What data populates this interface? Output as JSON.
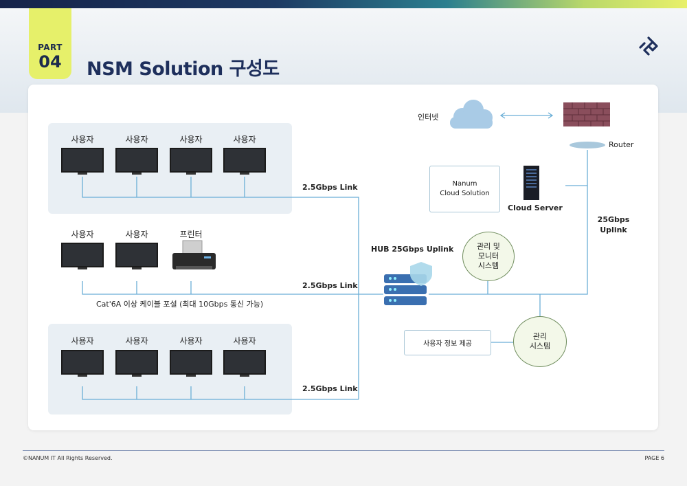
{
  "header": {
    "part_label": "PART",
    "part_number": "04",
    "title": "NSM Solution 구성도"
  },
  "diagram": {
    "user_label": "사용자",
    "printer_label": "프린터",
    "link_top": "2.5Gbps Link",
    "link_middle": "2.5Gbps Link",
    "link_bottom": "2.5Gbps Link",
    "cable_note": "Cat'6A 이상 케이블 포설 (최대 10Gbps 통신 가능)",
    "hub_label": "HUB 25Gbps Uplink",
    "internet_label": "인터넷",
    "router_label": "Router",
    "uplink_line1": "25Gbps",
    "uplink_line2": "Uplink",
    "cloud_solution_line1": "Nanum",
    "cloud_solution_line2": "Cloud Solution",
    "cloud_server_label": "Cloud Server",
    "monitor_system_line1": "관리 및",
    "monitor_system_line2": "모니터",
    "monitor_system_line3": "시스템",
    "user_info_label": "사용자 정보 제공",
    "mgmt_system_line1": "관리",
    "mgmt_system_line2": "시스템"
  },
  "colors": {
    "accent_yellow": "#e6f06a",
    "title_navy": "#1e2f5c",
    "wire_blue": "#6aaed6",
    "group_bg": "#e9eff4"
  },
  "footer": {
    "copyright": "©NANUM IT All Rights Reserved.",
    "page": "PAGE 6"
  }
}
